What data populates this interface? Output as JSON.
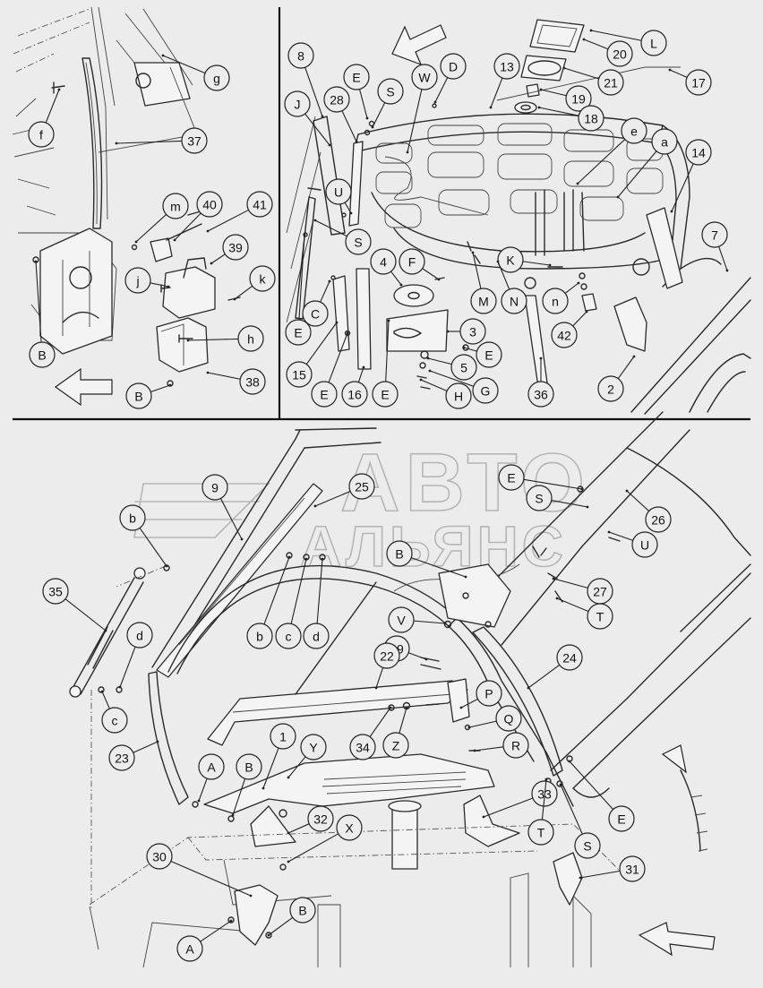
{
  "watermark": {
    "line1": "АВТО",
    "line2": "АЛЬЯНС"
  },
  "callouts": [
    {
      "id": "g",
      "label": "g"
    },
    {
      "id": "f",
      "label": "f"
    },
    {
      "id": "37",
      "label": "37"
    },
    {
      "id": "m",
      "label": "m"
    },
    {
      "id": "40",
      "label": "40"
    },
    {
      "id": "41",
      "label": "41"
    },
    {
      "id": "39",
      "label": "39"
    },
    {
      "id": "j",
      "label": "j"
    },
    {
      "id": "k",
      "label": "k"
    },
    {
      "id": "h",
      "label": "h"
    },
    {
      "id": "B1",
      "label": "B"
    },
    {
      "id": "38",
      "label": "38"
    },
    {
      "id": "B2",
      "label": "B"
    },
    {
      "id": "8",
      "label": "8"
    },
    {
      "id": "E1",
      "label": "E"
    },
    {
      "id": "S1",
      "label": "S"
    },
    {
      "id": "W",
      "label": "W"
    },
    {
      "id": "D",
      "label": "D"
    },
    {
      "id": "13",
      "label": "13"
    },
    {
      "id": "L",
      "label": "L"
    },
    {
      "id": "20",
      "label": "20"
    },
    {
      "id": "21",
      "label": "21"
    },
    {
      "id": "17",
      "label": "17"
    },
    {
      "id": "19",
      "label": "19"
    },
    {
      "id": "18",
      "label": "18"
    },
    {
      "id": "J",
      "label": "J"
    },
    {
      "id": "28",
      "label": "28"
    },
    {
      "id": "e",
      "label": "e"
    },
    {
      "id": "a",
      "label": "a"
    },
    {
      "id": "14",
      "label": "14"
    },
    {
      "id": "U1",
      "label": "U"
    },
    {
      "id": "S2",
      "label": "S"
    },
    {
      "id": "7",
      "label": "7"
    },
    {
      "id": "4",
      "label": "4"
    },
    {
      "id": "F",
      "label": "F"
    },
    {
      "id": "K",
      "label": "K"
    },
    {
      "id": "C",
      "label": "C"
    },
    {
      "id": "M",
      "label": "M"
    },
    {
      "id": "N",
      "label": "N"
    },
    {
      "id": "n",
      "label": "n"
    },
    {
      "id": "E2",
      "label": "E"
    },
    {
      "id": "3",
      "label": "3"
    },
    {
      "id": "42",
      "label": "42"
    },
    {
      "id": "E3",
      "label": "E"
    },
    {
      "id": "15",
      "label": "15"
    },
    {
      "id": "5",
      "label": "5"
    },
    {
      "id": "2",
      "label": "2"
    },
    {
      "id": "E4",
      "label": "E"
    },
    {
      "id": "16",
      "label": "16"
    },
    {
      "id": "E5",
      "label": "E"
    },
    {
      "id": "H",
      "label": "H"
    },
    {
      "id": "G",
      "label": "G"
    },
    {
      "id": "36",
      "label": "36"
    },
    {
      "id": "9",
      "label": "9"
    },
    {
      "id": "25",
      "label": "25"
    },
    {
      "id": "E6",
      "label": "E"
    },
    {
      "id": "S3",
      "label": "S"
    },
    {
      "id": "26",
      "label": "26"
    },
    {
      "id": "b1",
      "label": "b"
    },
    {
      "id": "U2",
      "label": "U"
    },
    {
      "id": "B3",
      "label": "B"
    },
    {
      "id": "27",
      "label": "27"
    },
    {
      "id": "35",
      "label": "35"
    },
    {
      "id": "T1",
      "label": "T"
    },
    {
      "id": "b2",
      "label": "b"
    },
    {
      "id": "c1",
      "label": "c"
    },
    {
      "id": "d1",
      "label": "d"
    },
    {
      "id": "V",
      "label": "V"
    },
    {
      "id": "29",
      "label": "29"
    },
    {
      "id": "d2",
      "label": "d"
    },
    {
      "id": "22",
      "label": "22"
    },
    {
      "id": "24",
      "label": "24"
    },
    {
      "id": "P",
      "label": "P"
    },
    {
      "id": "c2",
      "label": "c"
    },
    {
      "id": "Q",
      "label": "Q"
    },
    {
      "id": "34",
      "label": "34"
    },
    {
      "id": "Z",
      "label": "Z"
    },
    {
      "id": "R",
      "label": "R"
    },
    {
      "id": "1",
      "label": "1"
    },
    {
      "id": "Y",
      "label": "Y"
    },
    {
      "id": "23",
      "label": "23"
    },
    {
      "id": "A1",
      "label": "A"
    },
    {
      "id": "B4",
      "label": "B"
    },
    {
      "id": "33",
      "label": "33"
    },
    {
      "id": "E7",
      "label": "E"
    },
    {
      "id": "32",
      "label": "32"
    },
    {
      "id": "X",
      "label": "X"
    },
    {
      "id": "T2",
      "label": "T"
    },
    {
      "id": "S4",
      "label": "S"
    },
    {
      "id": "30",
      "label": "30"
    },
    {
      "id": "31",
      "label": "31"
    },
    {
      "id": "B5",
      "label": "B"
    },
    {
      "id": "A2",
      "label": "A"
    }
  ]
}
